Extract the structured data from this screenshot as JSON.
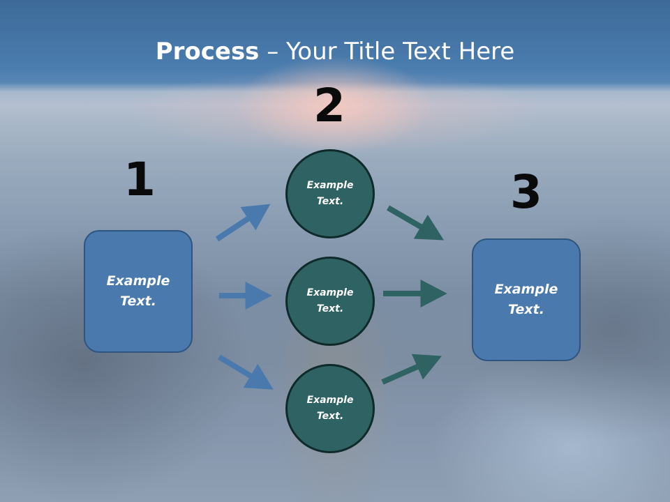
{
  "title": {
    "bold": "Process",
    "rest": " – Your Title Text Here"
  },
  "steps": [
    {
      "number": "1",
      "label": "Example Text."
    },
    {
      "number": "2",
      "labels": [
        "Example Text.",
        "Example Text.",
        "Example Text."
      ]
    },
    {
      "number": "3",
      "label": "Example Text."
    }
  ],
  "colors": {
    "box_fill": "#4a7aad",
    "circle_fill": "#2f6262",
    "arrow_blue": "#4a7aad",
    "arrow_teal": "#2f6262",
    "title_text": "#ffffff"
  }
}
